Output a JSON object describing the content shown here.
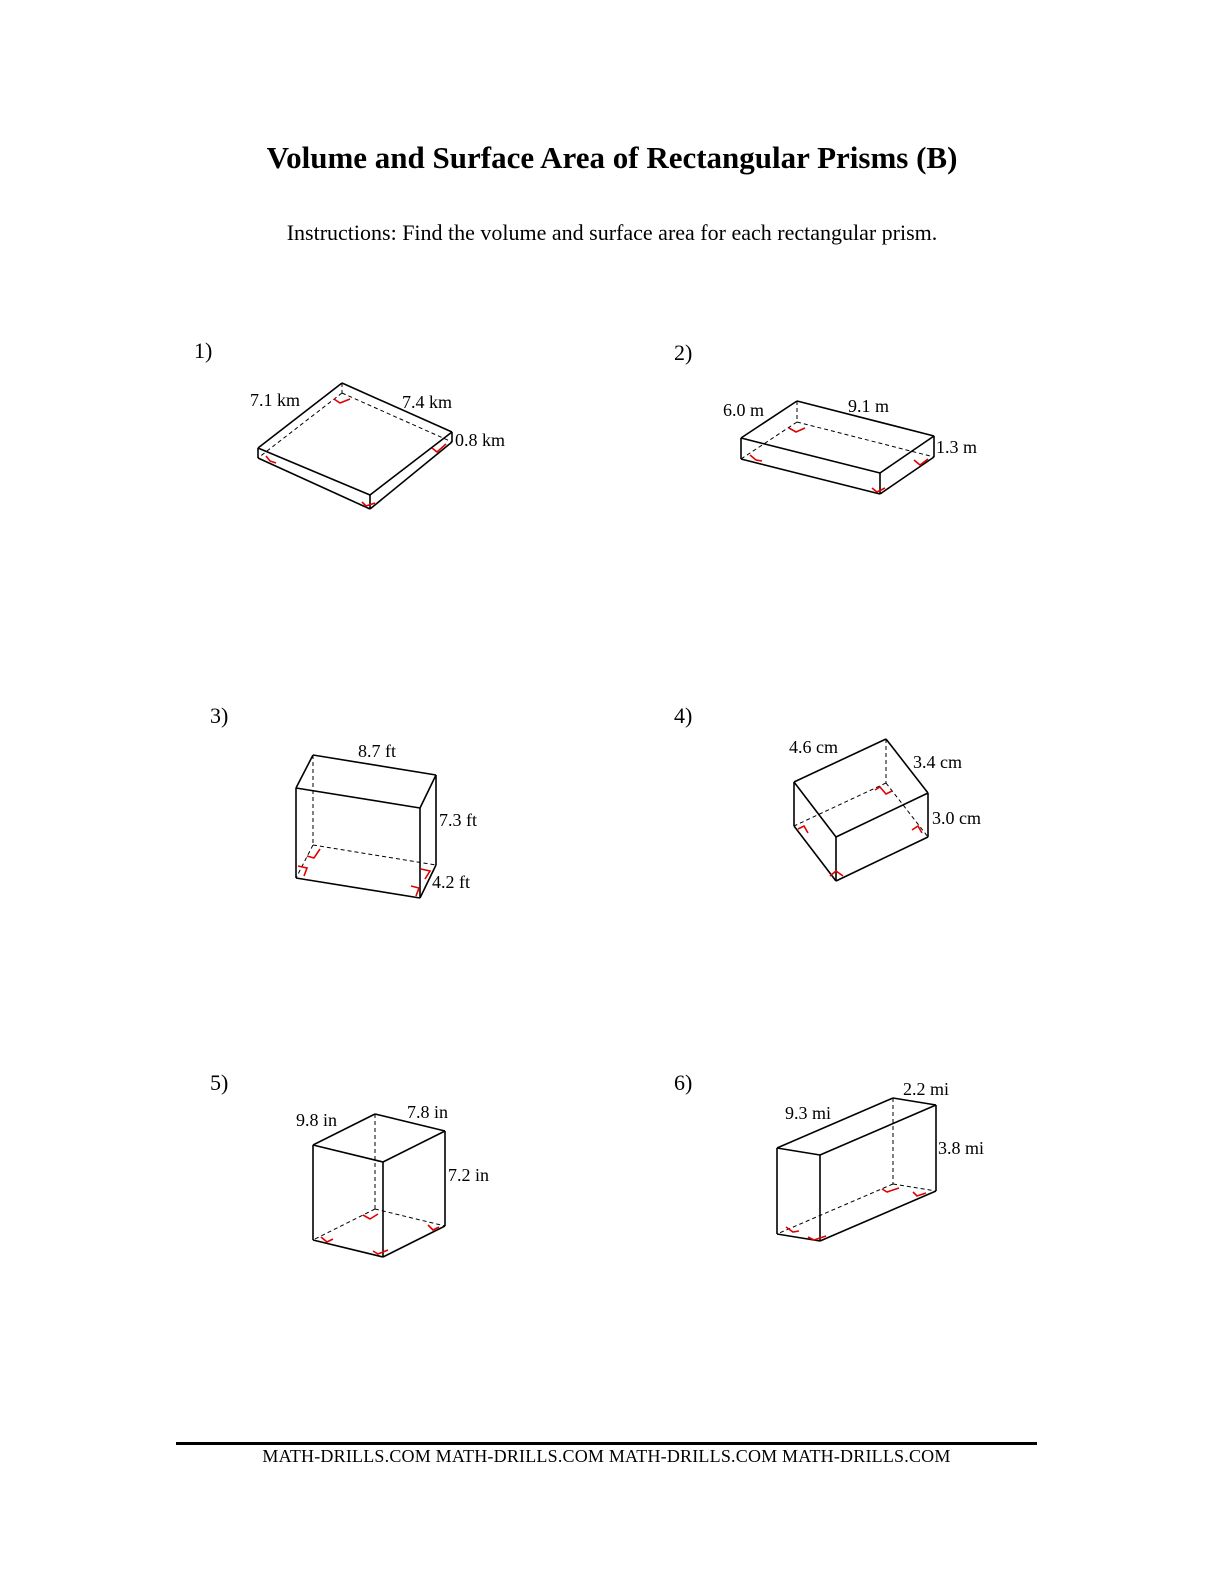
{
  "title": "Volume and Surface Area of Rectangular Prisms (B)",
  "instructions": "Instructions: Find the volume and surface area for each rectangular prism.",
  "problems": [
    {
      "number": "1)",
      "labels": [
        "7.1 km",
        "7.4 km",
        "0.8 km"
      ]
    },
    {
      "number": "2)",
      "labels": [
        "6.0 m",
        "9.1 m",
        "1.3 m"
      ]
    },
    {
      "number": "3)",
      "labels": [
        "8.7 ft",
        "7.3 ft",
        "4.2 ft"
      ]
    },
    {
      "number": "4)",
      "labels": [
        "4.6 cm",
        "3.4 cm",
        "3.0 cm"
      ]
    },
    {
      "number": "5)",
      "labels": [
        "9.8 in",
        "7.8 in",
        "7.2 in"
      ]
    },
    {
      "number": "6)",
      "labels": [
        "9.3 mi",
        "2.2 mi",
        "3.8 mi"
      ]
    }
  ],
  "footer": "MATH-DRILLS.COM MATH-DRILLS.COM MATH-DRILLS.COM MATH-DRILLS.COM",
  "colors": {
    "right_angle_marker": "#e00000",
    "edges": "#000000"
  }
}
